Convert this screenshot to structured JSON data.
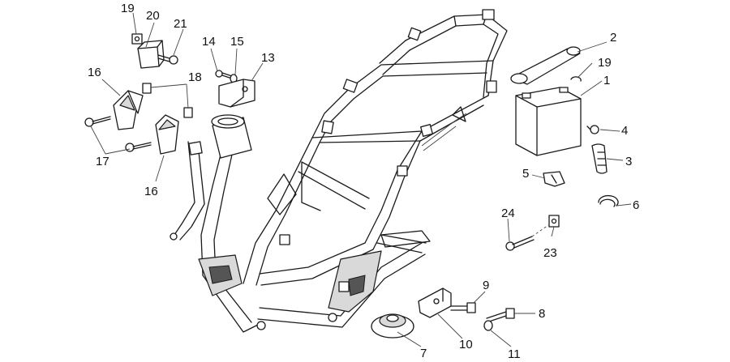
{
  "callouts": [
    {
      "id": "1",
      "label": "1"
    },
    {
      "id": "2",
      "label": "2"
    },
    {
      "id": "3",
      "label": "3"
    },
    {
      "id": "4",
      "label": "4"
    },
    {
      "id": "5",
      "label": "5"
    },
    {
      "id": "6",
      "label": "6"
    },
    {
      "id": "7",
      "label": "7"
    },
    {
      "id": "8",
      "label": "8"
    },
    {
      "id": "9",
      "label": "9"
    },
    {
      "id": "10",
      "label": "10"
    },
    {
      "id": "11",
      "label": "11"
    },
    {
      "id": "13",
      "label": "13"
    },
    {
      "id": "14",
      "label": "14"
    },
    {
      "id": "15",
      "label": "15"
    },
    {
      "id": "16a",
      "label": "16"
    },
    {
      "id": "16b",
      "label": "16"
    },
    {
      "id": "17",
      "label": "17"
    },
    {
      "id": "18",
      "label": "18"
    },
    {
      "id": "19a",
      "label": "19"
    },
    {
      "id": "19b",
      "label": "19"
    },
    {
      "id": "20",
      "label": "20"
    },
    {
      "id": "21",
      "label": "21"
    },
    {
      "id": "23",
      "label": "23"
    },
    {
      "id": "24",
      "label": "24"
    }
  ]
}
